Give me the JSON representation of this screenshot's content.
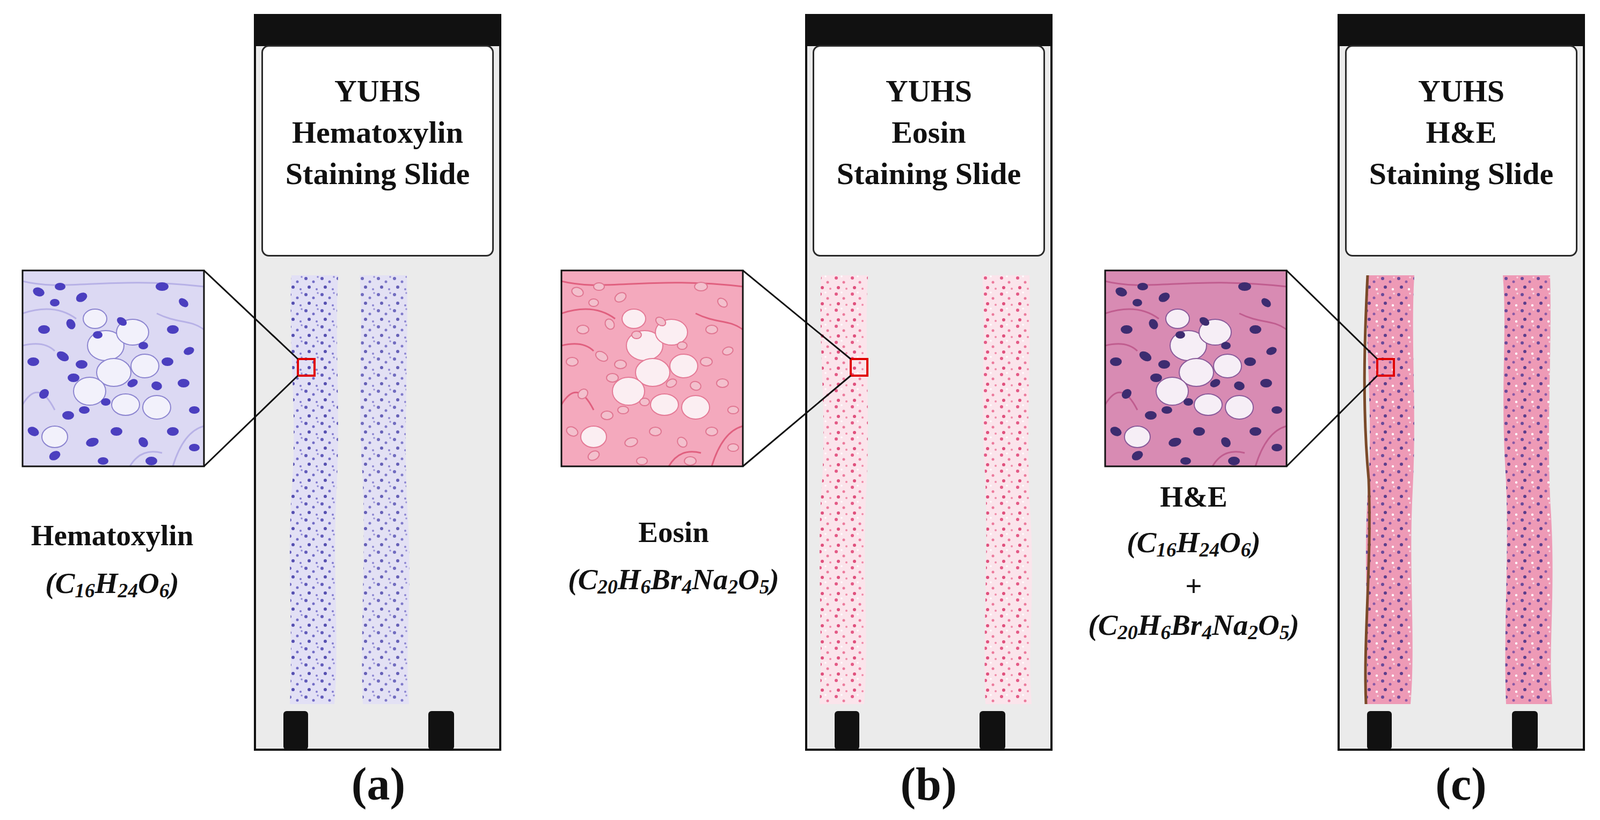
{
  "diagram": {
    "nodes": [
      {
        "text": [
          "YUHS",
          "Hematoxylin Staining Slide"
        ]
      },
      {
        "text": [
          "YUHS",
          "Eosin Staining Slide"
        ]
      },
      {
        "text": [
          "YUHS",
          "H&E Staining Slide"
        ]
      }
    ],
    "labels": [
      "Hematoxylin",
      "(C16H24O6)",
      "(a)",
      "Eosin",
      "(C20H6Br4Na2O5)",
      "(b)",
      "H&E",
      "(C16H24O6)",
      "+",
      "(C20H6Br4Na2O5)",
      "(c)"
    ]
  }
}
